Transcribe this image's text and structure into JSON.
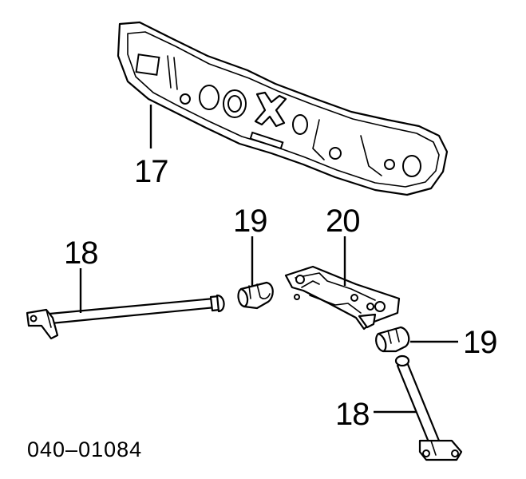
{
  "callouts": {
    "c17": "17",
    "c18_left": "18",
    "c18_bottom": "18",
    "c19_top": "19",
    "c19_right": "19",
    "c20": "20"
  },
  "diagram_code": "040–01084",
  "colors": {
    "line": "#000000",
    "background": "#ffffff"
  }
}
